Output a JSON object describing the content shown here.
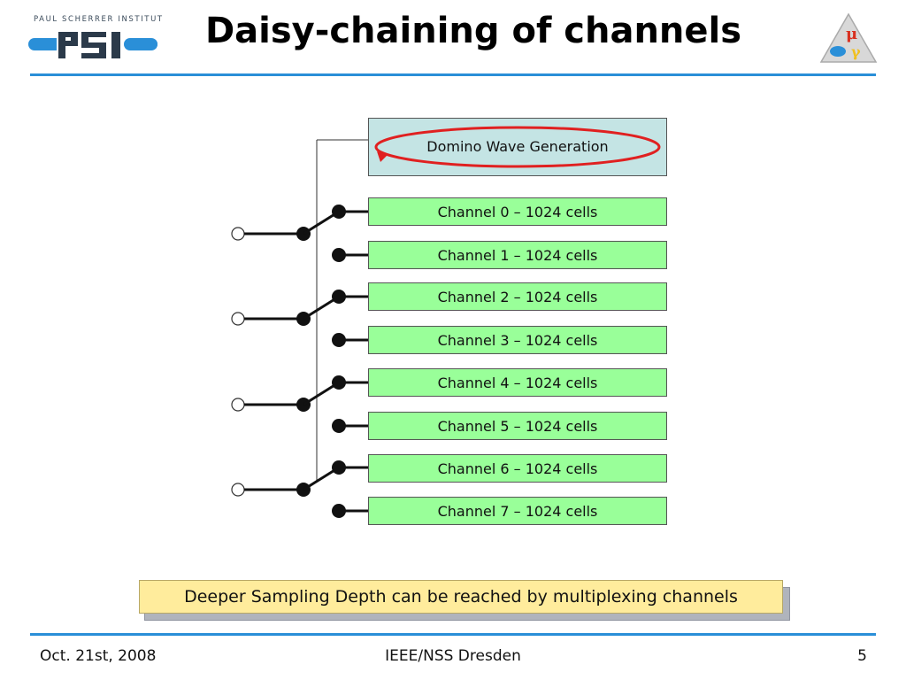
{
  "header": {
    "institute_caption": "PAUL SCHERRER INSTITUT",
    "logo_text": "PSI",
    "title": "Daisy-chaining of channels",
    "accent_color": "#2a8fd8"
  },
  "diagram": {
    "domino_label": "Domino Wave Generation",
    "channels": [
      "Channel 0 – 1024 cells",
      "Channel 1 – 1024 cells",
      "Channel 2 – 1024 cells",
      "Channel 3 – 1024 cells",
      "Channel 4 – 1024 cells",
      "Channel 5 – 1024 cells",
      "Channel 6 – 1024 cells",
      "Channel 7 – 1024 cells"
    ],
    "channel_color": "#99ff99",
    "domino_color": "#c4e4e4",
    "ring_color": "#e02020"
  },
  "callout": {
    "text": "Deeper Sampling Depth can be reached by multiplexing channels",
    "color": "#ffec9c"
  },
  "footer": {
    "date": "Oct. 21st, 2008",
    "venue": "IEEE/NSS Dresden",
    "page": "5"
  }
}
